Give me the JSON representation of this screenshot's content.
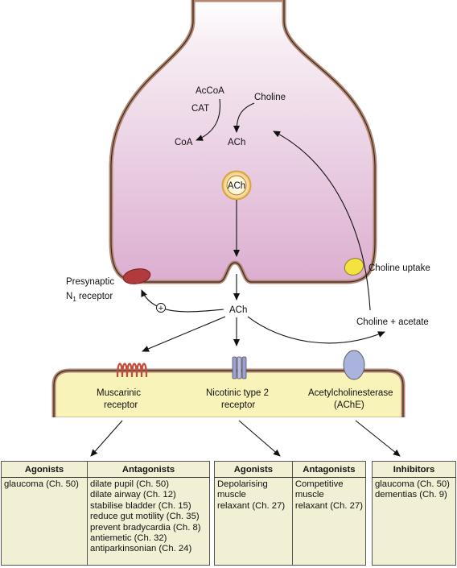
{
  "terminal": {
    "acetyl_coa": "AcCoA",
    "cat": "CAT",
    "choline": "Choline",
    "coa": "CoA",
    "ach_synth": "ACh",
    "vesicle": "ACh",
    "cleft_ach": "ACh",
    "presynaptic_receptor_line1": "Presynaptic",
    "presynaptic_receptor_line2": "N",
    "presynaptic_receptor_sub": "1",
    "presynaptic_receptor_line2b": " receptor",
    "plus_sign": "+",
    "choline_uptake": "Choline uptake",
    "choline_acetate": "Choline + acetate"
  },
  "postsynaptic": {
    "muscarinic_line1": "Muscarinic",
    "muscarinic_line2": "receptor",
    "nicotinic_line1": "Nicotinic type 2",
    "nicotinic_line2": "receptor",
    "ache_line1": "Acetylcholinesterase",
    "ache_line2": "(AChE)"
  },
  "colors": {
    "terminal_fill_top": "#ffffff",
    "terminal_fill_bottom": "#e1b5d6",
    "terminal_outline": "#b8866e",
    "cell_fill": "#f8f3b8",
    "presynaptic_receptor": "#b03a3c",
    "choline_uptake": "#f4e23e",
    "ache": "#aab3de",
    "muscarinic": "#c34b3a",
    "nicotinic": "#9aa0d6",
    "table_bg": "#f1efd4"
  },
  "tables": {
    "muscarinic": {
      "headers": [
        "Agonists",
        "Antagonists"
      ],
      "agonists": [
        "glaucoma (Ch. 50)"
      ],
      "antagonists": [
        "dilate pupil (Ch. 50)",
        "dilate airway (Ch. 12)",
        "stabilise bladder (Ch. 15)",
        "reduce gut motility (Ch. 35)",
        "prevent bradycardia (Ch. 8)",
        "antiemetic (Ch. 32)",
        "antiparkinsonian (Ch. 24)"
      ]
    },
    "nicotinic": {
      "headers": [
        "Agonists",
        "Antagonists"
      ],
      "agonists": [
        "Depolarising",
        "muscle",
        "relaxant (Ch. 27)"
      ],
      "antagonists": [
        "Competitive",
        "muscle",
        "relaxant (Ch. 27)"
      ]
    },
    "ache": {
      "headers": [
        "Inhibitors"
      ],
      "inhibitors": [
        "glaucoma (Ch. 50)",
        "dementias (Ch. 9)"
      ]
    }
  }
}
